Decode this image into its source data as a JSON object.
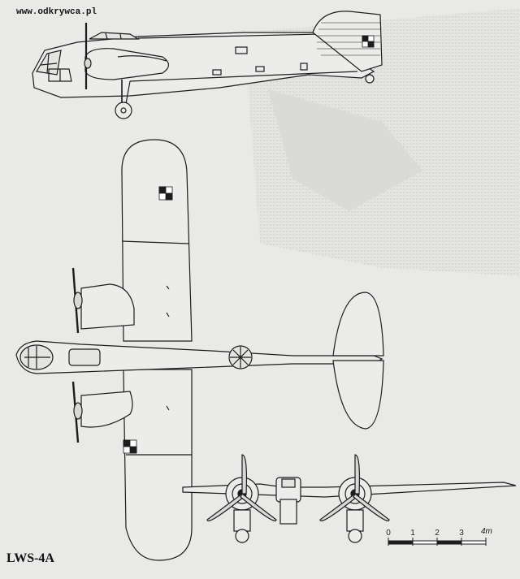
{
  "watermark": {
    "url": "www.odkrywca.pl"
  },
  "aircraft": {
    "name": "LWS-4A"
  },
  "scale": {
    "ticks": [
      "0",
      "1",
      "2",
      "3"
    ],
    "unit": "4m"
  },
  "colors": {
    "paper": "#e9e9e7",
    "ink": "#1c1c1c",
    "print_shadow": "#bdbdbd"
  }
}
